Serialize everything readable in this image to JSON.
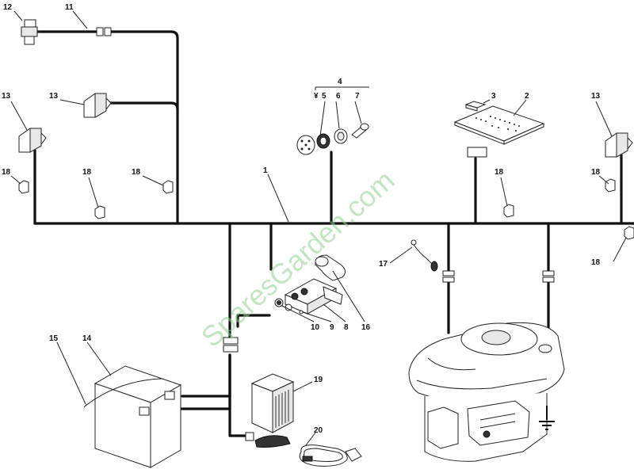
{
  "watermark": "SparesGarden.com",
  "labels": {
    "l1": "1",
    "l2": "2",
    "l3": "3",
    "l4": "4",
    "l5": "5",
    "l6": "6",
    "l7": "7",
    "l8": "8",
    "l9": "9",
    "l10": "10",
    "l11": "11",
    "l12": "12",
    "l13a": "13",
    "l13b": "13",
    "l13c": "13",
    "l14": "14",
    "l15": "15",
    "l16": "16",
    "l17": "17",
    "l18a": "18",
    "l18b": "18",
    "l18c": "18",
    "l18d": "18",
    "l18e": "18",
    "l18f": "18",
    "l19": "19",
    "l20": "20"
  },
  "colors": {
    "wire": "#111111",
    "watermark": "#8fcf8f"
  }
}
